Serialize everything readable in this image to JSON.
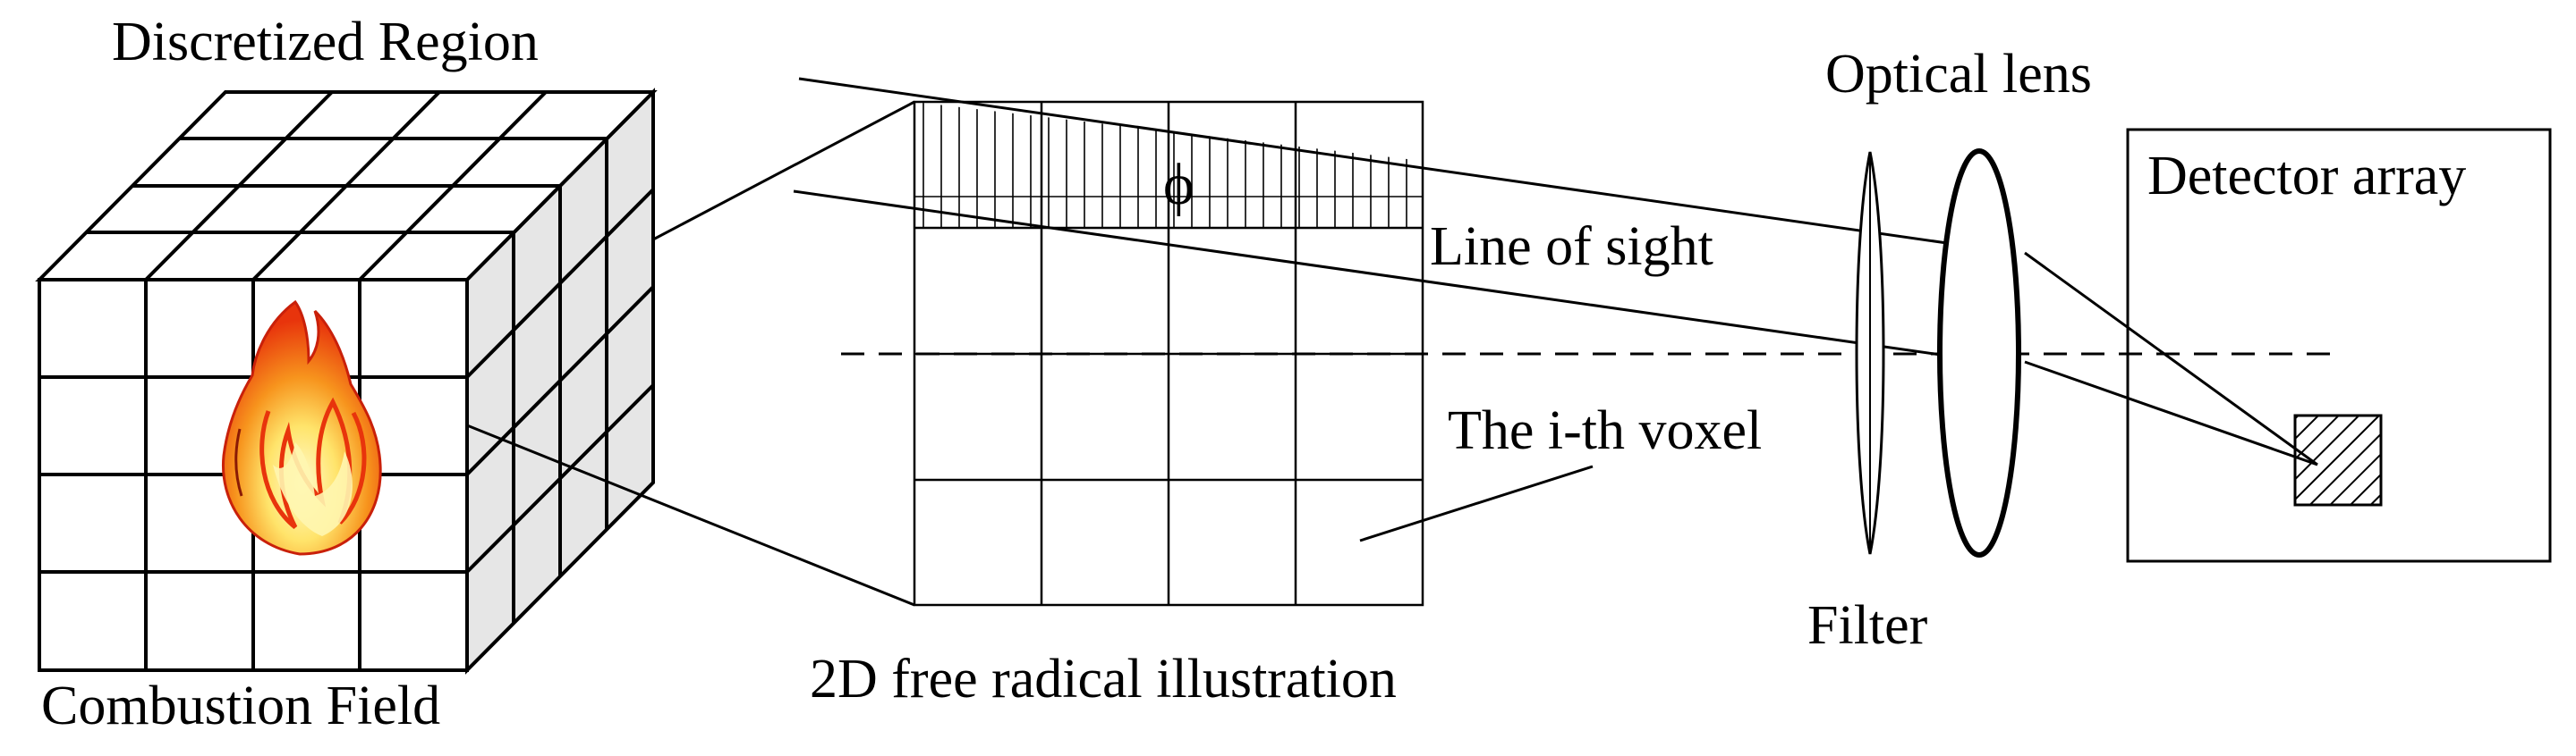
{
  "diagram": {
    "label_discretized_region": "Discretized Region",
    "label_combustion_field": "Combustion Field",
    "label_2d_illustration": "2D free radical illustration",
    "label_phi": "ϕ",
    "label_line_of_sight": "Line of sight",
    "label_ith_voxel": "The i-th voxel",
    "label_optical_lens": "Optical lens",
    "label_filter": "Filter",
    "label_detector_array": "Detector array"
  },
  "icons": {
    "flame": "flame-icon"
  },
  "colors": {
    "line": "#000000",
    "cube_side": "#e6e6e6",
    "flame_outer": "#e8340c",
    "flame_mid": "#f7941d",
    "flame_inner": "#ffe46b"
  }
}
